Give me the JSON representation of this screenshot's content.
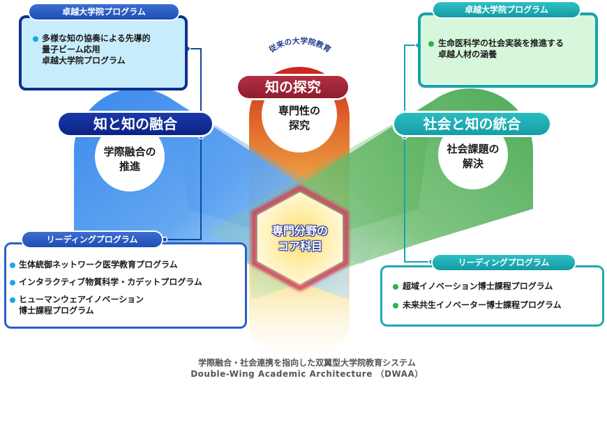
{
  "colors": {
    "navy": "#0e2f8e",
    "blue_tab": "#2a5fc8",
    "teal": "#16a3ac",
    "crimson": "#9a2236",
    "orange": "#e0662a",
    "green": "#3fa548",
    "light_blue_box": "#c7ecfb",
    "light_green_box": "#d7f7dc"
  },
  "left_top_box": {
    "tab_label": "卓越大学院プログラム",
    "items": [
      {
        "lines": [
          "多様な知の協奏による先導的",
          "量子ビーム応用",
          "卓越大学院プログラム"
        ]
      }
    ]
  },
  "right_top_box": {
    "tab_label": "卓越大学院プログラム",
    "items": [
      {
        "lines": [
          "生命医科学の社会実装を推進する",
          "卓越人材の涵養"
        ]
      }
    ]
  },
  "left_bottom_box": {
    "tab_label": "リーディングプログラム",
    "items": [
      {
        "lines": [
          "生体統御ネットワーク医学教育プログラム"
        ]
      },
      {
        "lines": [
          "インタラクティブ物質科学・カデットプログラム"
        ]
      },
      {
        "lines": [
          "ヒューマンウェアイノベーション",
          "博士課程プログラム"
        ]
      }
    ]
  },
  "right_bottom_box": {
    "tab_label": "リーディングプログラム",
    "items": [
      {
        "lines": [
          "超域イノベーション博士課程プログラム"
        ]
      },
      {
        "lines": [
          "未来共生イノベーター博士課程プログラム"
        ]
      }
    ]
  },
  "wings": {
    "left": {
      "title": "知と知の融合",
      "circle_lines": [
        "学際融合の",
        "推進"
      ]
    },
    "center": {
      "arc_label": "従来の大学院教育",
      "title": "知の探究",
      "circle_lines": [
        "専門性の",
        "探究"
      ]
    },
    "right": {
      "title": "社会と知の統合",
      "circle_lines": [
        "社会課題の",
        "解決"
      ]
    }
  },
  "core": {
    "lines": [
      "専門分野の",
      "コア科目"
    ]
  },
  "caption": {
    "japanese": "学際融合・社会連携を指向した双翼型大学院教育システム",
    "english": "Double-Wing Academic Architecture （DWAA）"
  }
}
